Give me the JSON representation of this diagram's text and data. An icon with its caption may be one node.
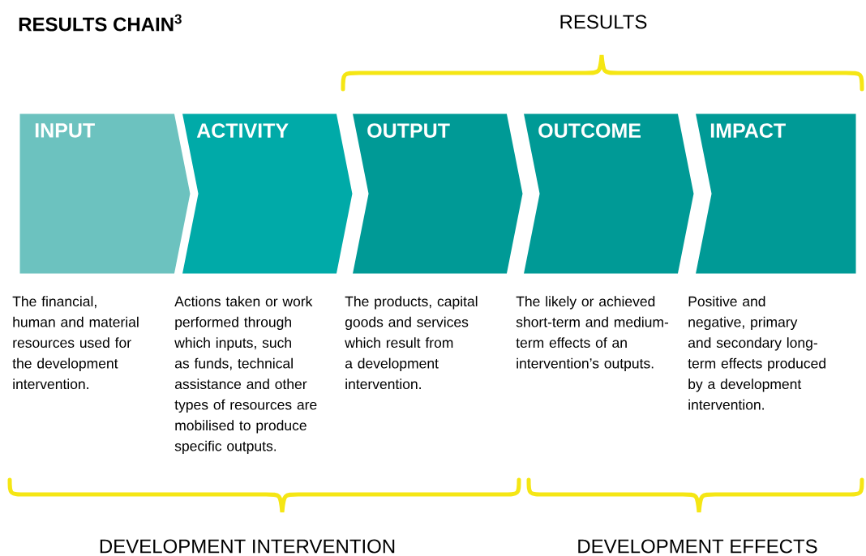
{
  "diagram": {
    "title": "RESULTS CHAIN$^{3}$",
    "nodes": [
      {
        "text": [
          "INPUT"
        ],
        "beside": [
          "The financial, human and material resources used for the development intervention."
        ]
      },
      {
        "text": [
          "ACTIVITY"
        ],
        "beside": [
          "Actions taken or work performed through which inputs, such as funds, technical assistance and other types of resources are mobilised to produce specific outputs."
        ]
      },
      {
        "text": [
          "OUTPUT"
        ],
        "beside": [
          "The products, capital goods and services which result from a development intervention."
        ]
      },
      {
        "text": [
          "OUTCOME"
        ],
        "beside": [
          "The likely or achieved short-term and medium-term effects of an intervention’s outputs."
        ]
      },
      {
        "text": [
          "IMPACT"
        ],
        "beside": [
          "Positive and negative, primary and secondary long-term effects produced by a development intervention."
        ]
      }
    ],
    "labels": [
      "RESULTS",
      "DEVELOPMENT INTERVENTION",
      "DEVELOPMENT EFFECTS"
    ]
  }
}
